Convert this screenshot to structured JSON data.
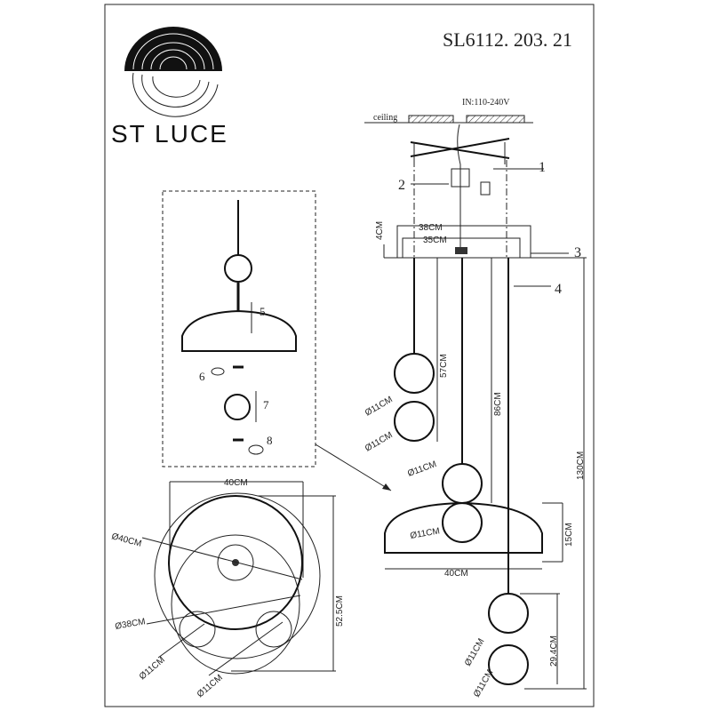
{
  "brand": {
    "name": "ST LUCE"
  },
  "model": "SL6112. 203. 21",
  "colors": {
    "line": "#222222",
    "background": "#ffffff"
  },
  "side_view": {
    "ceiling_label": "ceiling",
    "voltage": "IN:110-240V",
    "canopy_outer": "38CM",
    "canopy_inner": "35CM",
    "canopy_height": "4CM",
    "callouts": [
      "1",
      "2",
      "3",
      "4"
    ],
    "left_length": "57CM",
    "mid_length": "86CM",
    "right_length": "130CM",
    "shade_width": "40CM",
    "shade_height": "15CM",
    "bottom_pair_height": "29.4CM",
    "ball_labels": [
      "Ø11CM",
      "Ø11CM",
      "Ø11CM",
      "Ø11CM",
      "Ø11CM",
      "Ø11CM"
    ]
  },
  "detail": {
    "callouts": [
      "5",
      "6",
      "7",
      "8"
    ]
  },
  "plan_view": {
    "width": "40CM",
    "depth": "52.5CM",
    "shade_diameter": "Ø40CM",
    "canopy_diameter": "Ø38CM",
    "ball_labels": [
      "Ø11CM",
      "Ø11CM"
    ]
  }
}
